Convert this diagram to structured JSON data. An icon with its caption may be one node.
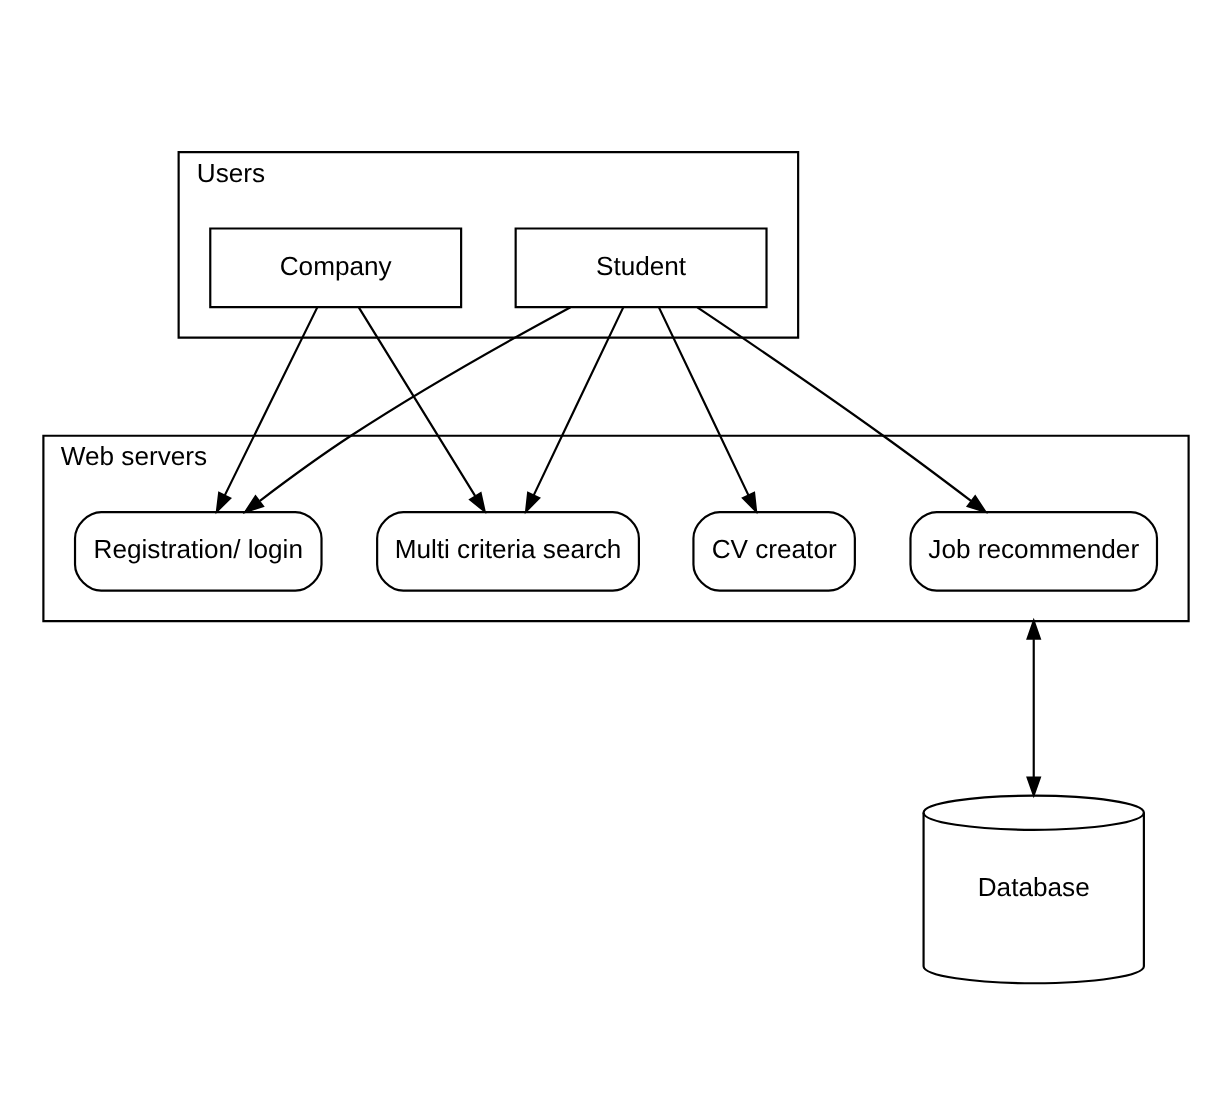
{
  "diagram": {
    "nodes": [
      {
        "text": [
          "Users"
        ]
      },
      {
        "text": [
          "Student"
        ],
        "in": 0
      },
      {
        "text": [
          "Company"
        ],
        "in": 0
      },
      {
        "text": [
          "Web servers"
        ]
      },
      {
        "text": [
          "Job recommender"
        ],
        "in": 3
      },
      {
        "text": [
          "CV creator"
        ],
        "in": 3
      },
      {
        "text": [
          "Multi criteria search"
        ],
        "in": 3
      },
      {
        "text": [
          "Registration/ login"
        ],
        "in": 3
      },
      {
        "text": [
          "Database"
        ]
      }
    ],
    "edges": [
      {
        "from": 1,
        "to": 4,
        "arrow": "to"
      },
      {
        "from": 1,
        "to": 5,
        "arrow": "to"
      },
      {
        "from": 1,
        "to": 6,
        "arrow": "to"
      },
      {
        "from": 1,
        "to": 7,
        "arrow": "to"
      },
      {
        "from": 2,
        "to": 6,
        "arrow": "to"
      },
      {
        "from": 2,
        "to": 7,
        "arrow": "to"
      },
      {
        "from": 3,
        "to": 8,
        "arrow": "both"
      }
    ]
  }
}
